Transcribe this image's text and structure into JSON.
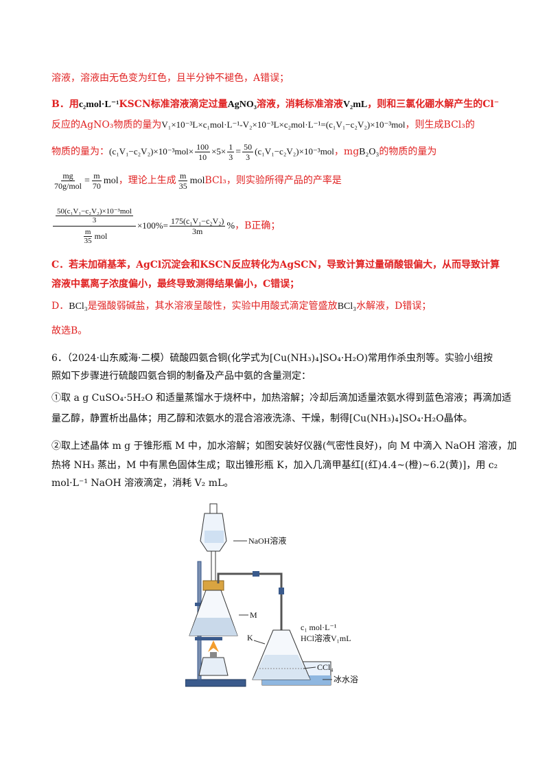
{
  "lines": {
    "l1": "溶液，溶液由无色变为红色，且半分钟不褪色，A错误；",
    "b_prefix": "B．用",
    "b_c2": "c₂mol·L⁻¹",
    "b_kscn": "KSCN标准溶液滴定过量",
    "b_agno3": "AgNO₃",
    "b_mid": "溶液，消耗标准溶液",
    "b_v2": "V₂mL",
    "b_end": "，则和三氯化硼水解产生的Cl⁻",
    "l3_a": "反应的AgNO₃物质的量为",
    "l3_eq": "V₁×10⁻³L×c₁mol·L⁻¹-V₂×10⁻³L×c₂mol·L⁻¹=(c₁V₁−c₂V₂)×10⁻³mol",
    "l3_b": "，则生成BCl₃的",
    "l4_a": "物质的量为：",
    "l4_eq1": "(c₁V₁−c₂V₂)×10⁻³mol×",
    "l4_f1n": "100",
    "l4_f1d": "10",
    "l4_eq2": "×5×",
    "l4_f2n": "1",
    "l4_f2d": "3",
    "l4_eq3": "=",
    "l4_f3n": "50",
    "l4_f3d": "3",
    "l4_eq4": "(c₁V₁−c₂V₂)×10⁻³mol",
    "l4_b": "，mg",
    "l4_b2o3": "B₂O₃",
    "l4_c": "的物质的量为",
    "l5_f1n": "mg",
    "l5_f1d": "70g/mol",
    "l5_eq": "=",
    "l5_f2n": "m",
    "l5_f2d": "70",
    "l5_mol": "mol",
    "l5_a": "，理论上生成",
    "l5_f3n": "m",
    "l5_f3d": "35",
    "l5_mol2": "mol",
    "l5_b": "BCl₃，则实验所得产品的产率是",
    "l6_top": "50(c₁V₁−c₂V₂)×10⁻³mol",
    "l6_top_d": "3",
    "l6_bot_n": "m",
    "l6_bot_d": "35",
    "l6_bot_mol": "mol",
    "l6_x": "×100%=",
    "l6_rn": "175(c₁V₁−c₂V₂)",
    "l6_rd": "3m",
    "l6_pct": "%",
    "l6_end": "，B正确；",
    "l7": "C．若未加硝基苯，AgCl沉淀会和KSCN反应转化为AgSCN，导致计算过量硝酸银偏大，从而导致计算",
    "l8": "溶液中氯离子浓度偏小，最终导致测得结果偏小，C错误；",
    "l9_a": "D．",
    "l9_bcl3": "BCl₃",
    "l9_b": "是强酸弱碱盐，其水溶液呈酸性，实验中用酸式滴定管盛放",
    "l9_bcl3b": "BCl₃",
    "l9_c": "水解液，D错误；",
    "l10": "故选B。",
    "q6_1": "6．（2024·山东威海·二模）硫酸四氨合铜(化学式为[Cu(NH₃)₄]SO₄·H₂O)常用作杀虫剂等。实验小组按",
    "q6_2": "照如下步骤进行硫酸四氨合铜的制备及产品中氨的含量测定：",
    "q6_3": "①取 a g CuSO₄·5H₂O 和适量蒸馏水于烧杯中，加热溶解；冷却后滴加适量浓氨水得到蓝色溶液；再滴加适",
    "q6_4": "量乙醇，静置析出晶体；用乙醇和浓氨水的混合溶液洗涤、干燥，制得[Cu(NH₃)₄]SO₄·H₂O晶体。",
    "q6_5": "②取上述晶体 m g 于锥形瓶 M 中，加水溶解；如图安装好仪器(气密性良好)，向 M 中滴入 NaOH 溶液，加",
    "q6_6": "热将 NH₃ 蒸出，M 中有黑色固体生成；取出锥形瓶 K，加入几滴甲基红[(红)4.4~(橙)~6.2(黄)]，用 c₂",
    "q6_7": "mol·L⁻¹ NaOH 溶液滴定，消耗 V₂ mL。"
  },
  "figure": {
    "label_naoh": "NaOH溶液",
    "label_m": "M",
    "label_k": "K",
    "label_c1": "c₁ mol·L⁻¹",
    "label_hcl": "HCl溶液V₁mL",
    "label_ccl4": "CCl₄",
    "label_ice": "冰水浴"
  }
}
